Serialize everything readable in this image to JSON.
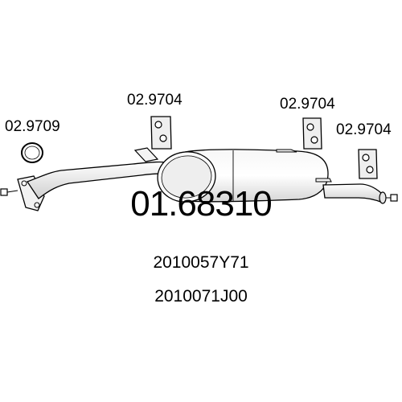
{
  "parts": {
    "gasket_label": "02.9709",
    "hanger_1_label": "02.9704",
    "hanger_2_label": "02.9704",
    "hanger_3_label": "02.9704"
  },
  "main_part_number": "01.68310",
  "oem_numbers": [
    "2010057Y71",
    "2010071J00"
  ],
  "colors": {
    "line": "#000000",
    "fill_light": "#f4f4f4",
    "fill_mid": "#d8d8d8",
    "background": "#ffffff"
  }
}
